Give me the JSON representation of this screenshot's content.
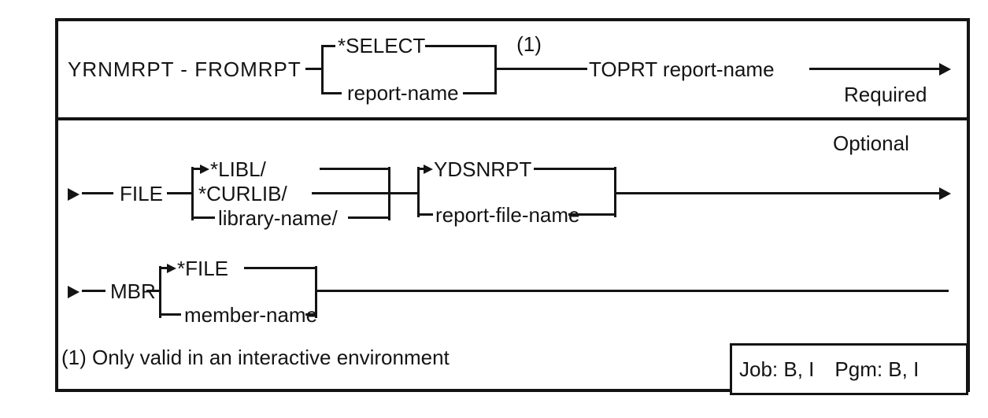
{
  "section_labels": {
    "required": "Required",
    "optional": "Optional"
  },
  "top_row": {
    "command_label": "YRNMRPT - FROMRPT",
    "choice_default": "*SELECT",
    "choice_alt": "report-name",
    "footnote_ref": "(1)",
    "toprt_label": "TOPRT report-name"
  },
  "file_row": {
    "param": "FILE",
    "library_choices": [
      "*LIBL/",
      "*CURLIB/",
      "library-name/"
    ],
    "file_choices": [
      "YDSNRPT",
      "report-file-name"
    ]
  },
  "mbr_row": {
    "param": "MBR",
    "choices": [
      "*FILE",
      "member-name"
    ]
  },
  "footnote": "(1) Only valid in an interactive environment",
  "runtime_box": {
    "job": "Job: B, I",
    "pgm": "Pgm: B, I"
  }
}
